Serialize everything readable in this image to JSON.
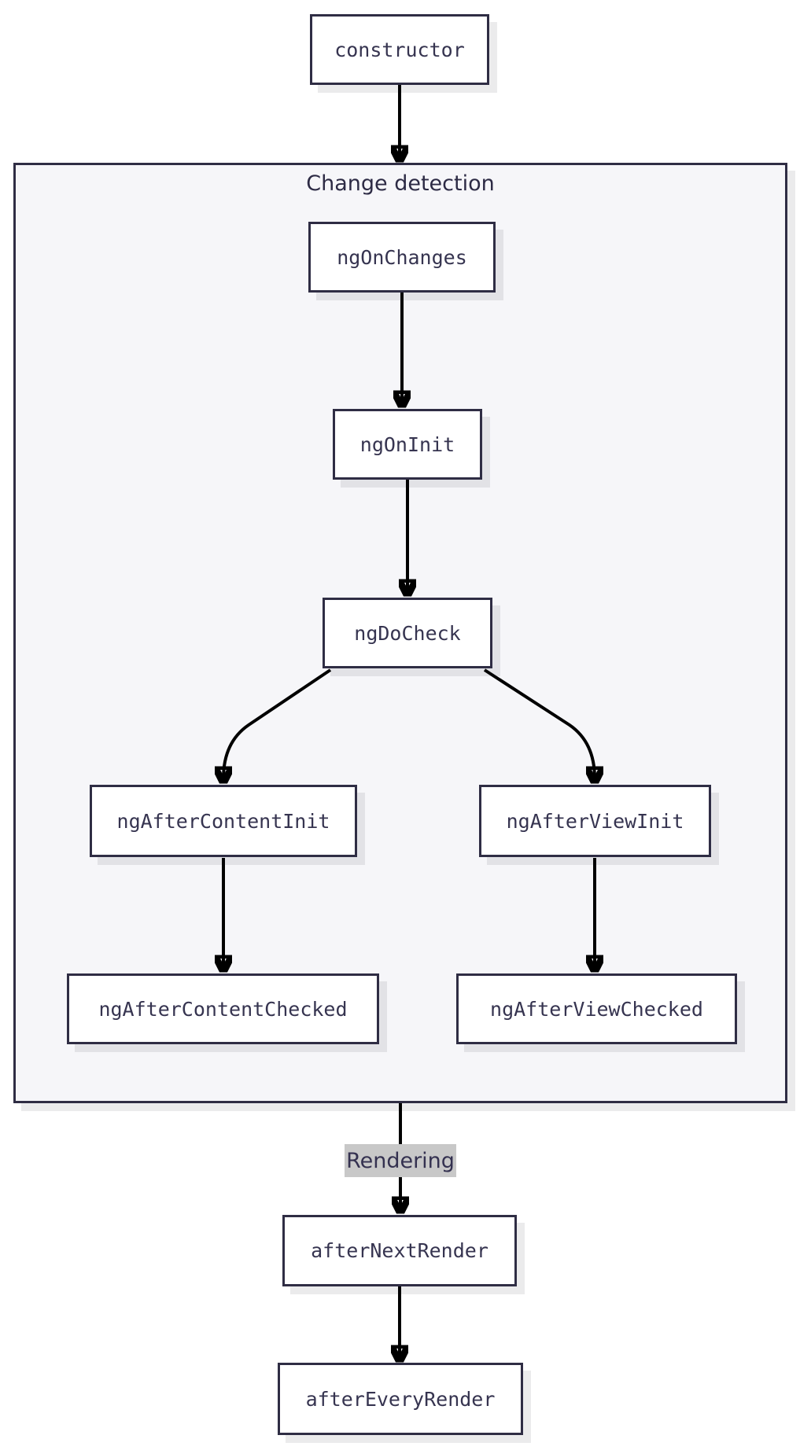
{
  "diagram": {
    "type": "flowchart",
    "direction": "top-down",
    "colors": {
      "canvas_background": "#ffffff",
      "cluster_background": "#f6f6f9",
      "node_background": "#ffffff",
      "node_border": "#2f2d44",
      "node_text": "#363450",
      "edge_stroke": "#000000",
      "edge_label_background": "#c8c8c8",
      "shadow": "rgba(30,30,45,0.09)"
    },
    "cluster": {
      "label": "Change detection"
    },
    "nodes": [
      {
        "id": "constructor",
        "label": "constructor"
      },
      {
        "id": "ngOnChanges",
        "label": "ngOnChanges"
      },
      {
        "id": "ngOnInit",
        "label": "ngOnInit"
      },
      {
        "id": "ngDoCheck",
        "label": "ngDoCheck"
      },
      {
        "id": "ngAfterContentInit",
        "label": "ngAfterContentInit"
      },
      {
        "id": "ngAfterViewInit",
        "label": "ngAfterViewInit"
      },
      {
        "id": "ngAfterContentChecked",
        "label": "ngAfterContentChecked"
      },
      {
        "id": "ngAfterViewChecked",
        "label": "ngAfterViewChecked"
      },
      {
        "id": "afterNextRender",
        "label": "afterNextRender"
      },
      {
        "id": "afterEveryRender",
        "label": "afterEveryRender"
      }
    ],
    "edges": [
      {
        "from": "constructor",
        "to": "change-detection-cluster",
        "label": ""
      },
      {
        "from": "ngOnChanges",
        "to": "ngOnInit",
        "label": ""
      },
      {
        "from": "ngOnInit",
        "to": "ngDoCheck",
        "label": ""
      },
      {
        "from": "ngDoCheck",
        "to": "ngAfterContentInit",
        "label": ""
      },
      {
        "from": "ngDoCheck",
        "to": "ngAfterViewInit",
        "label": ""
      },
      {
        "from": "ngAfterContentInit",
        "to": "ngAfterContentChecked",
        "label": ""
      },
      {
        "from": "ngAfterViewInit",
        "to": "ngAfterViewChecked",
        "label": ""
      },
      {
        "from": "change-detection-cluster",
        "to": "afterNextRender",
        "label": "Rendering"
      },
      {
        "from": "afterNextRender",
        "to": "afterEveryRender",
        "label": ""
      }
    ]
  }
}
